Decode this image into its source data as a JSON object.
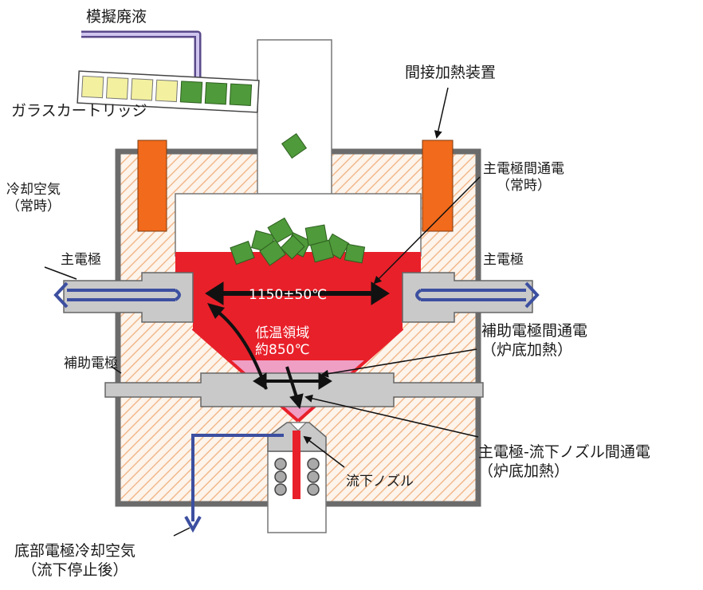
{
  "labels": {
    "waste_liquid": "模擬廃液",
    "glass_cartridge": "ガラスカートリッジ",
    "indirect_heater": "間接加熱装置",
    "main_current": "主電極間通電",
    "main_current_sub": "（常時）",
    "cooling_air": "冷却空気",
    "cooling_air_sub": "（常時）",
    "main_electrode_left": "主電極",
    "main_electrode_right": "主電極",
    "melt_temp": "1150±50℃",
    "low_temp_zone": "低温領域",
    "low_temp_value": "約850℃",
    "aux_electrode": "補助電極",
    "aux_current": "補助電極間通電",
    "aux_current_sub": "（炉底加熱）",
    "nozzle_current": "主電極-流下ノズル間通電",
    "nozzle_current_sub": "（炉底加熱）",
    "nozzle": "流下ノズル",
    "bottom_cooling": "底部電極冷却空気",
    "bottom_cooling_sub": "（流下停止後）"
  },
  "colors": {
    "melt_red": "#e8202a",
    "low_temp_pink": "#ef9ec4",
    "heater_orange": "#f26a1b",
    "glass_green": "#4f9a3a",
    "glass_yellow": "#f3f0a0",
    "cooling_blue": "#3c4fa0",
    "refractory_hatch": "#f2b98c",
    "casing_grey": "#6b6b6b",
    "electrode_grey": "#c9c9c9",
    "pipe_purple": "#8a78c8"
  },
  "icons": [
    "fill-pipe",
    "glass-cartridge-tray",
    "glass-fragment",
    "double-arrow",
    "air-flow-arrow",
    "nozzle"
  ]
}
